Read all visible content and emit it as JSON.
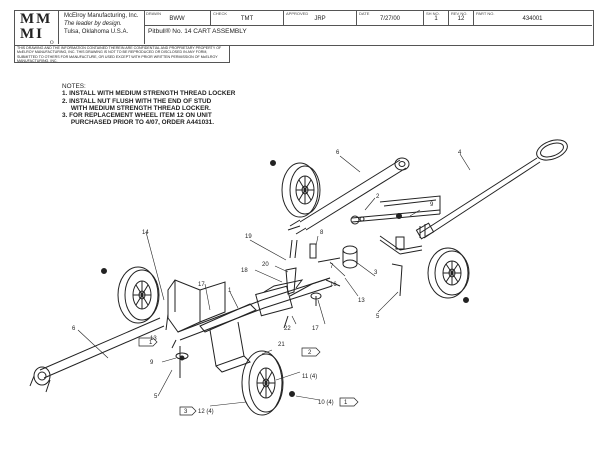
{
  "logo": {
    "line1": "MM",
    "line2": "MI",
    "sub": "O"
  },
  "company": {
    "name": "McElroy Manufacturing, Inc.",
    "tagline": "The leader by design.",
    "made_in": "Tulsa, Oklahoma U.S.A."
  },
  "title_block": {
    "drawn_label": "DRAWN",
    "drawn_value": "BWW",
    "check_label": "CHECK",
    "check_value": "TMT",
    "approved_label": "APPROVED",
    "approved_value": "JRP",
    "date_label": "DATE",
    "date_value": "7/27/00",
    "sheet_label": "SH NO.",
    "sheet_value": "1",
    "rev_label": "REV NO.",
    "rev_value": "12",
    "part_label": "PART NO.",
    "part_value": "434001"
  },
  "drawing_title": "Pitbull® No. 14 CART ASSEMBLY",
  "legal_text": "THIS DRAWING AND THE INFORMATION CONTAINED THEREIN ARE CONFIDENTIAL AND PROPRIETARY PROPERTY OF McELROY MANUFACTURING, INC. THIS DRAWING IS NOT TO BE REPRODUCED OR DISCLOSED IN ANY FORM, SUBMITTED TO OTHERS FOR MANUFACTURE, OR USED EXCEPT WITH PRIOR WRITTEN PERMISSION OF McELROY MANUFACTURING, INC.",
  "notes": {
    "heading": "NOTES:",
    "items": [
      "1.  INSTALL WITH MEDIUM STRENGTH THREAD LOCKER",
      "2.  INSTALL NUT FLUSH WITH THE END OF STUD",
      "     WITH MEDIUM STRENGTH THREAD LOCKER.",
      "3.  FOR REPLACEMENT WHEEL ITEM 12 ON UNIT",
      "     PURCHASED PRIOR TO 4/07, ORDER A441031."
    ]
  },
  "balloons": {
    "b1": "1",
    "b2": "2",
    "b3": "3",
    "b4": "4",
    "b5a": "5",
    "b5b": "5",
    "b6a": "6",
    "b6b": "6",
    "b7": "7",
    "b8": "8",
    "b9a": "9",
    "b9b": "9",
    "b10": "10 (4)",
    "b11": "11 (4)",
    "b12": "12 (4)",
    "b13a": "13",
    "b13b": "13",
    "b14": "14",
    "b16": "16",
    "b17a": "17",
    "b17b": "17",
    "b18": "18",
    "b19": "19",
    "b20": "20",
    "b21": "21",
    "b22": "22",
    "flag1a": "1",
    "flag1b": "1",
    "flag2": "2",
    "flag3": "3"
  }
}
